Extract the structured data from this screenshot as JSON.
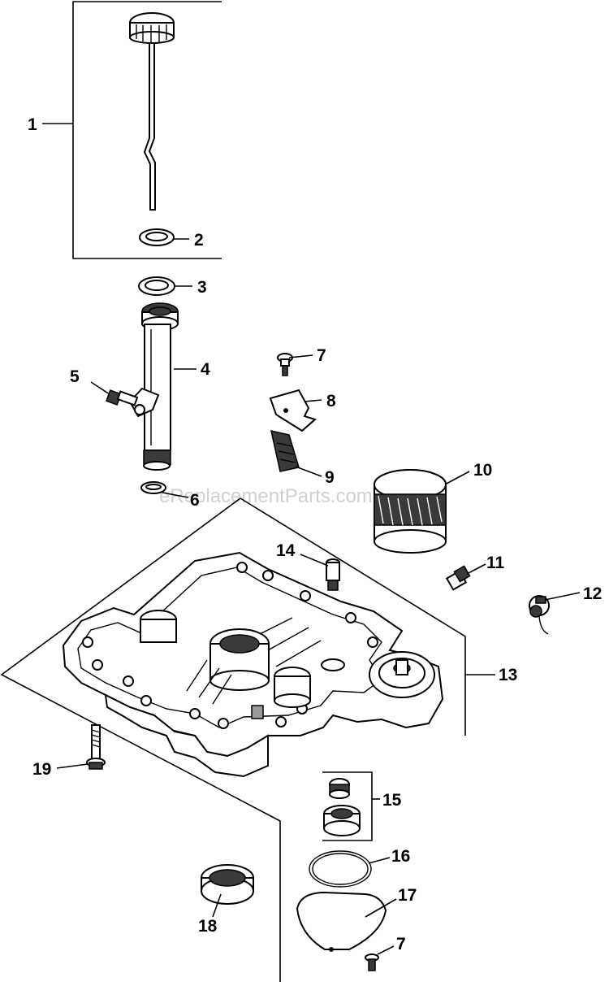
{
  "watermark": "eReplacementParts.com",
  "callouts": [
    "1",
    "2",
    "3",
    "4",
    "5",
    "6",
    "7",
    "8",
    "9",
    "10",
    "11",
    "12",
    "13",
    "14",
    "15",
    "16",
    "17",
    "18",
    "7"
  ]
}
